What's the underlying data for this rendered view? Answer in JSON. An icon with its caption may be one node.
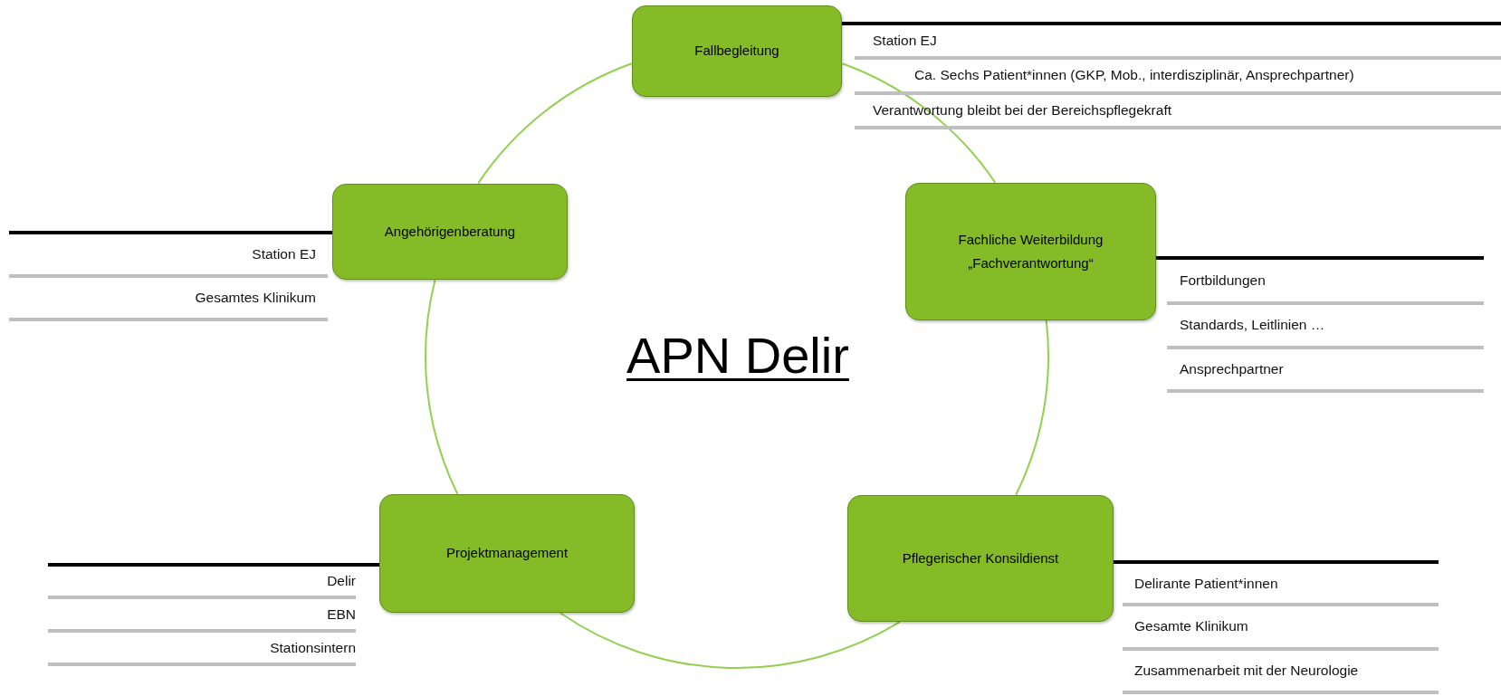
{
  "diagram": {
    "title": "APN Delir",
    "nodes": [
      {
        "text": [
          "Fallbegleitung"
        ],
        "beside": [
          "Station EJ",
          "Ca. Sechs Patient*innen (GKP, Mob., interdisziplinär, Ansprechpartner)",
          "Verantwortung bleibt bei der Bereichspflegekraft"
        ]
      },
      {
        "text": [
          "Fachliche Weiterbildung „Fachverantwortung“"
        ],
        "beside": [
          "Fortbildungen",
          "Standards, Leitlinien …",
          "Ansprechpartner"
        ]
      },
      {
        "text": [
          "Pflegerischer Konsildienst"
        ],
        "beside": [
          "Delirante Patient*innen",
          "Gesamte Klinikum",
          "Zusammenarbeit mit der Neurologie"
        ]
      },
      {
        "text": [
          "Projektmanagement"
        ],
        "beside": [
          "Delir",
          "EBN",
          "Stationsintern"
        ]
      },
      {
        "text": [
          "Angehörigenberatung"
        ],
        "beside": [
          "Station EJ",
          "Gesamtes Klinikum"
        ]
      }
    ],
    "edges": [
      {
        "from": 0,
        "to": 1,
        "arrow": "none"
      },
      {
        "from": 1,
        "to": 2,
        "arrow": "none"
      },
      {
        "from": 2,
        "to": 3,
        "arrow": "none"
      },
      {
        "from": 3,
        "to": 4,
        "arrow": "none"
      },
      {
        "from": 4,
        "to": 0,
        "arrow": "none"
      }
    ]
  }
}
